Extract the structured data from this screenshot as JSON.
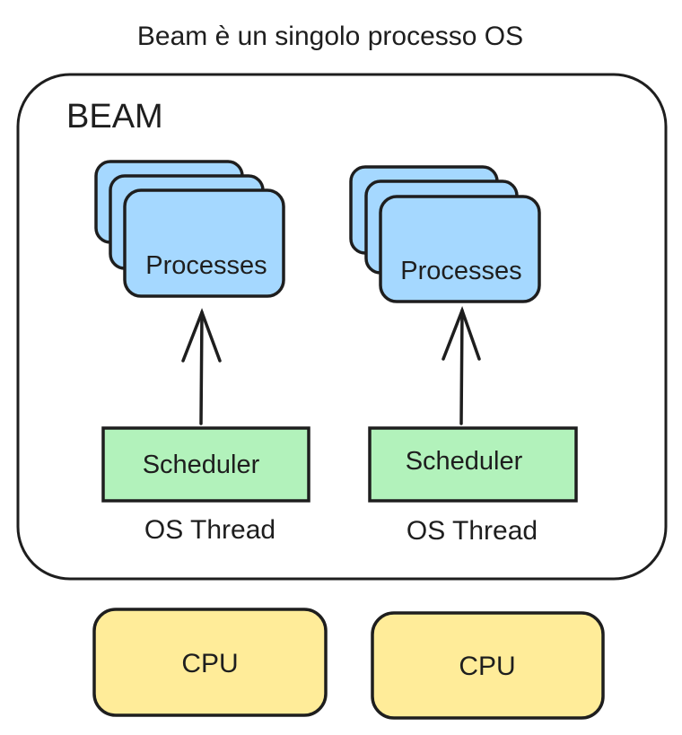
{
  "title": "Beam è un singolo processo OS",
  "container": {
    "label": "BEAM"
  },
  "columns": [
    {
      "processes_label": "Processes",
      "scheduler_label": "Scheduler",
      "thread_label": "OS Thread",
      "cpu_label": "CPU"
    },
    {
      "processes_label": "Processes",
      "scheduler_label": "Scheduler",
      "thread_label": "OS Thread",
      "cpu_label": "CPU"
    }
  ],
  "colors": {
    "stroke": "#1e1e1e",
    "process_fill": "#a5d8ff",
    "scheduler_fill": "#b2f2bb",
    "cpu_fill": "#ffec99",
    "background": "#ffffff"
  }
}
